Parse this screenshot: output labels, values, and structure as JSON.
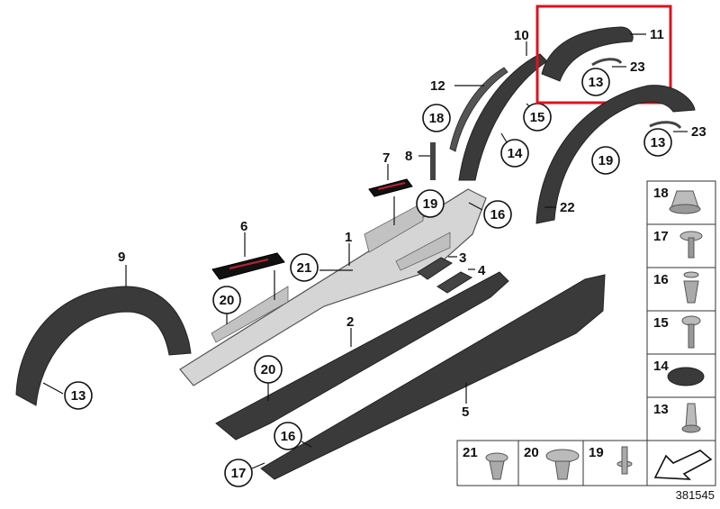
{
  "diagram_number": "381545",
  "highlight_color": "#e0121f",
  "part_color": "#3a3a3a",
  "part_labels": {
    "p1": "1",
    "p2": "2",
    "p3": "3",
    "p4": "4",
    "p5": "5",
    "p6": "6",
    "p7": "7",
    "p8": "8",
    "p9": "9",
    "p10": "10",
    "p11": "11",
    "p12": "12",
    "p13a": "13",
    "p13b": "13",
    "p13c": "13",
    "p14": "14",
    "p15": "15",
    "p16a": "16",
    "p16b": "16",
    "p17": "17",
    "p18": "18",
    "p19a": "19",
    "p19b": "19",
    "p20a": "20",
    "p20b": "20",
    "p21": "21",
    "p22": "22",
    "p23a": "23",
    "p23b": "23"
  },
  "legend_right": [
    "18",
    "17",
    "16",
    "15",
    "14",
    "13"
  ],
  "legend_bottom": [
    "21",
    "20",
    "19"
  ]
}
